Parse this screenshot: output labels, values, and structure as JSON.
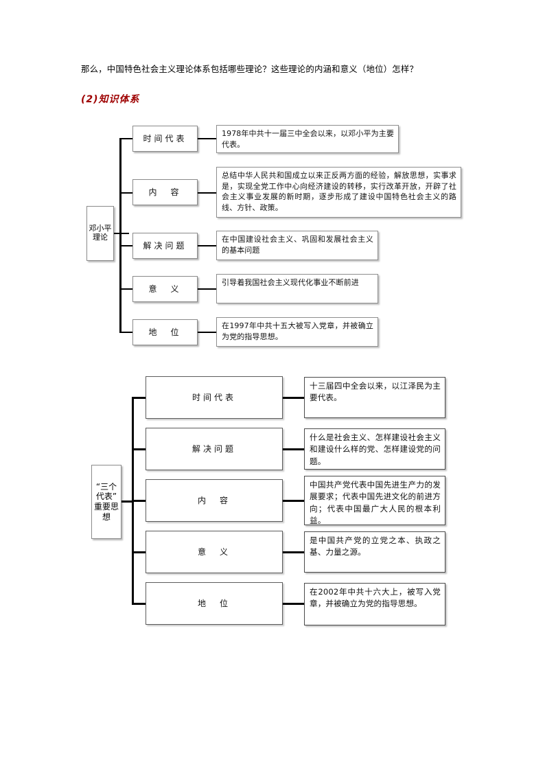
{
  "document": {
    "question_line": "那么，中国特色社会主义理论体系包括哪些理论？这些理论的内涵和意义（地位）怎样？",
    "section_heading": "(2)知识体系",
    "heading_color": "#9e0000"
  },
  "diagram1": {
    "root_label": "邓小平理论",
    "branches": [
      {
        "key": "时间代表",
        "label": "时间代表",
        "content": "1978年中共十一届三中全会以来，以邓小平为主要代表。"
      },
      {
        "key": "内容",
        "label": "内　容",
        "content": "总结中华人民共和国成立以来正反两方面的经验，解放思想，实事求是，实现全党工作中心向经济建设的转移，实行改革开放，开辟了社会主义事业发展的新时期，逐步形成了建设中国特色社会主义的路线、方针、政策。"
      },
      {
        "key": "解决问题",
        "label": "解决问题",
        "content": "在中国建设社会主义、巩固和发展社会主义的基本问题"
      },
      {
        "key": "意义",
        "label": "意　义",
        "content": "引导着我国社会主义现代化事业不断前进"
      },
      {
        "key": "地位",
        "label": "地　位",
        "content": "在1997年中共十五大被写入党章，并被确立为党的指导思想。"
      }
    ]
  },
  "diagram2": {
    "root_label": "“三个代表”重要思想",
    "branches": [
      {
        "key": "时间代表",
        "label": "时间代表",
        "content": "十三届四中全会以来，以江泽民为主要代表。"
      },
      {
        "key": "解决问题",
        "label": "解决问题",
        "content": "什么是社会主义、怎样建设社会主义和建设什么样的党、怎样建设党的问题。"
      },
      {
        "key": "内容",
        "label": "内　容",
        "content": "中国共产党代表中国先进生产力的发展要求；代表中国先进文化的前进方向；代表中国最广大人民的根本利益。"
      },
      {
        "key": "意义",
        "label": "意　义",
        "content": "是中国共产党的立党之本、执政之基、力量之源。"
      },
      {
        "key": "地位",
        "label": "地　位",
        "content": "在2002年中共十六大上，被写入党章，并被确立为党的指导思想。"
      }
    ]
  }
}
